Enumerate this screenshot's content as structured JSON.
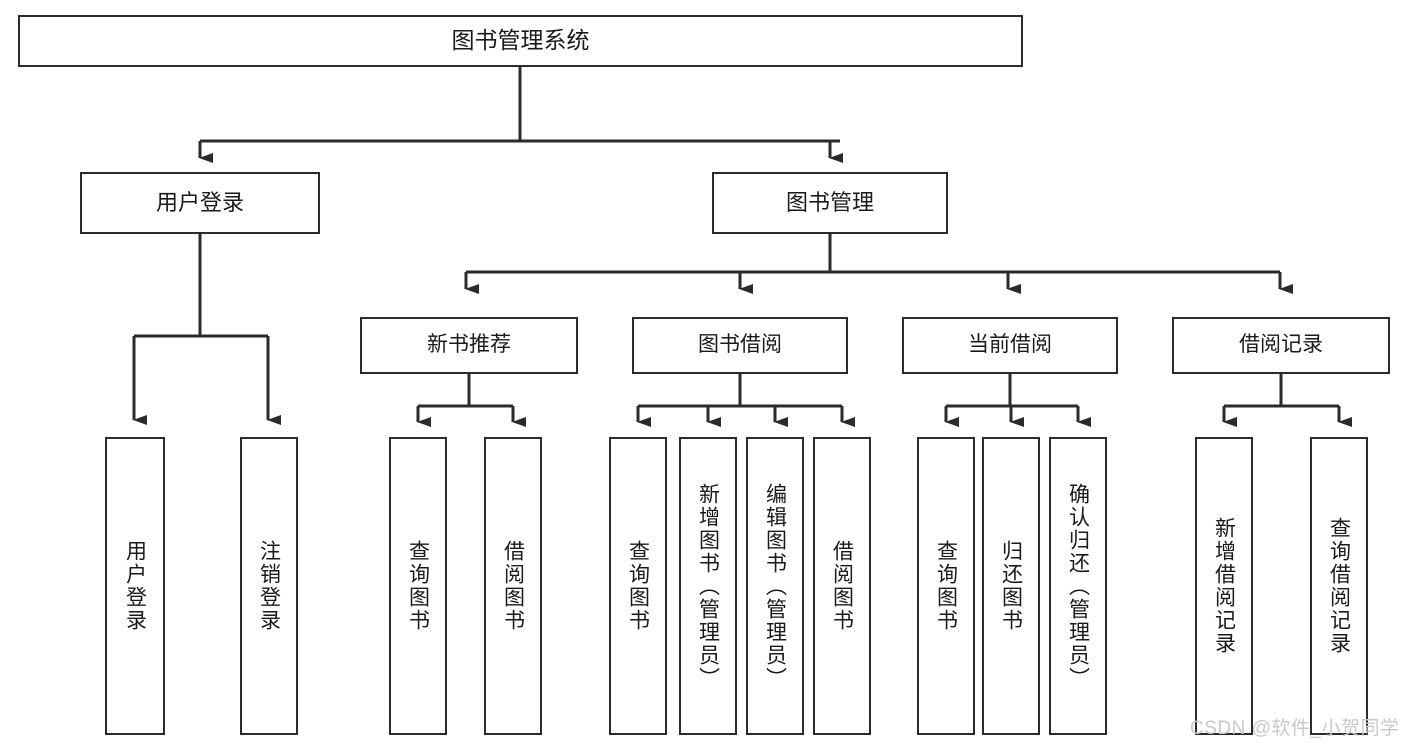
{
  "diagram": {
    "title": "图书管理系统",
    "type": "tree-hierarchy",
    "watermark": "CSDN @软件_小贺同学",
    "colors": {
      "box_border": "#2b2b2b",
      "box_fill": "#ffffff",
      "connector": "#2b2b2b",
      "text": "#1a1a1a",
      "watermark": "#c9c9c9",
      "background": "#ffffff"
    },
    "root": {
      "label": "图书管理系统"
    },
    "level1": [
      {
        "label": "用户登录"
      },
      {
        "label": "图书管理"
      }
    ],
    "level2": [
      {
        "label": "新书推荐"
      },
      {
        "label": "图书借阅"
      },
      {
        "label": "当前借阅"
      },
      {
        "label": "借阅记录"
      }
    ],
    "leaves": {
      "user_login": [
        {
          "label": "用户登录"
        },
        {
          "label": "注销登录"
        }
      ],
      "new_book_recommend": [
        {
          "label": "查询图书"
        },
        {
          "label": "借阅图书"
        }
      ],
      "book_borrow": [
        {
          "label": "查询图书"
        },
        {
          "label": "新增图书（管理员）"
        },
        {
          "label": "编辑图书（管理员）"
        },
        {
          "label": "借阅图书"
        }
      ],
      "current_borrow": [
        {
          "label": "查询图书"
        },
        {
          "label": "归还图书"
        },
        {
          "label": "确认归还（管理员）"
        }
      ],
      "borrow_record": [
        {
          "label": "新增借阅记录"
        },
        {
          "label": "查询借阅记录"
        }
      ]
    }
  }
}
